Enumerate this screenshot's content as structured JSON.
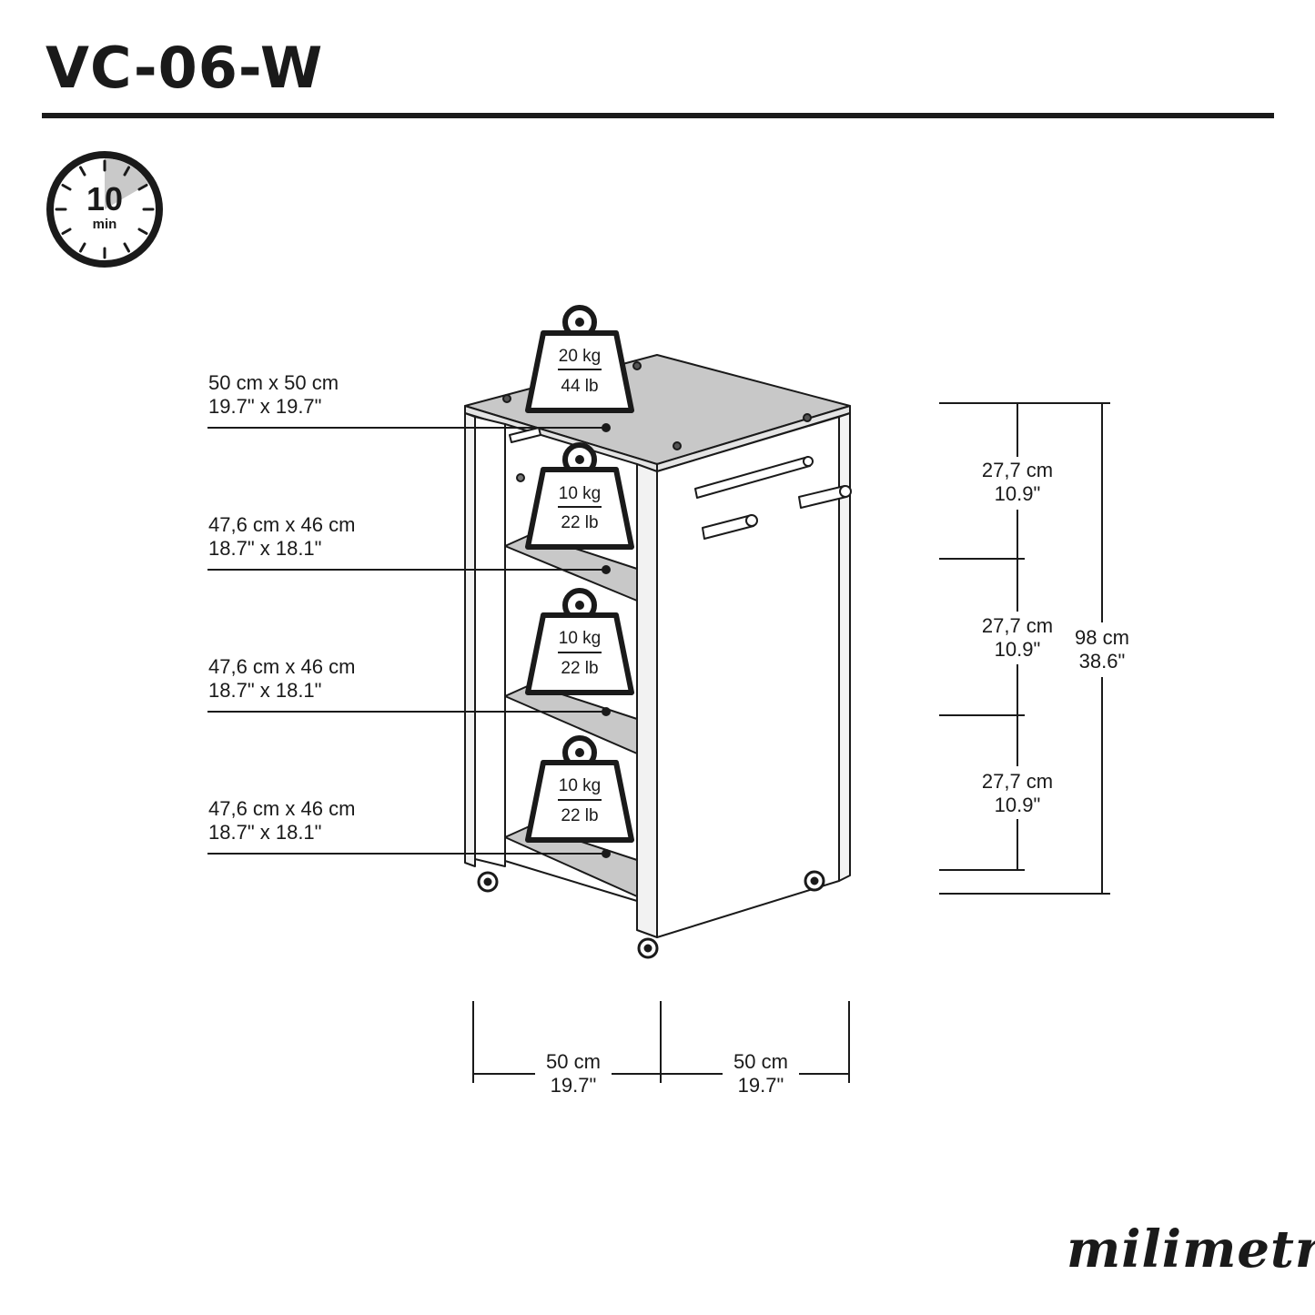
{
  "header": {
    "title": "VC-06-W"
  },
  "timer": {
    "value": "10",
    "unit": "min"
  },
  "weights": [
    {
      "kg": "20 kg",
      "lb": "44 lb"
    },
    {
      "kg": "10 kg",
      "lb": "22 lb"
    },
    {
      "kg": "10 kg",
      "lb": "22 lb"
    },
    {
      "kg": "10 kg",
      "lb": "22 lb"
    }
  ],
  "shelves": [
    {
      "metric": "50 cm x 50 cm",
      "imperial": "19.7\" x 19.7\""
    },
    {
      "metric": "47,6 cm x 46 cm",
      "imperial": "18.7\" x 18.1\""
    },
    {
      "metric": "47,6 cm x 46 cm",
      "imperial": "18.7\" x 18.1\""
    },
    {
      "metric": "47,6 cm x 46 cm",
      "imperial": "18.7\" x 18.1\""
    }
  ],
  "heights": [
    {
      "metric": "27,7 cm",
      "imperial": "10.9\""
    },
    {
      "metric": "27,7 cm",
      "imperial": "10.9\""
    },
    {
      "metric": "27,7 cm",
      "imperial": "10.9\""
    }
  ],
  "total_height": {
    "metric": "98 cm",
    "imperial": "38.6\""
  },
  "widths": [
    {
      "metric": "50 cm",
      "imperial": "19.7\""
    },
    {
      "metric": "50 cm",
      "imperial": "19.7\""
    }
  ],
  "brand": {
    "name": "milimetry"
  },
  "colors": {
    "ink": "#1a1a1a",
    "panel": "#c8c8c8",
    "shelf": "#d4d4d4",
    "timer_fill": "#c9c9c9"
  }
}
